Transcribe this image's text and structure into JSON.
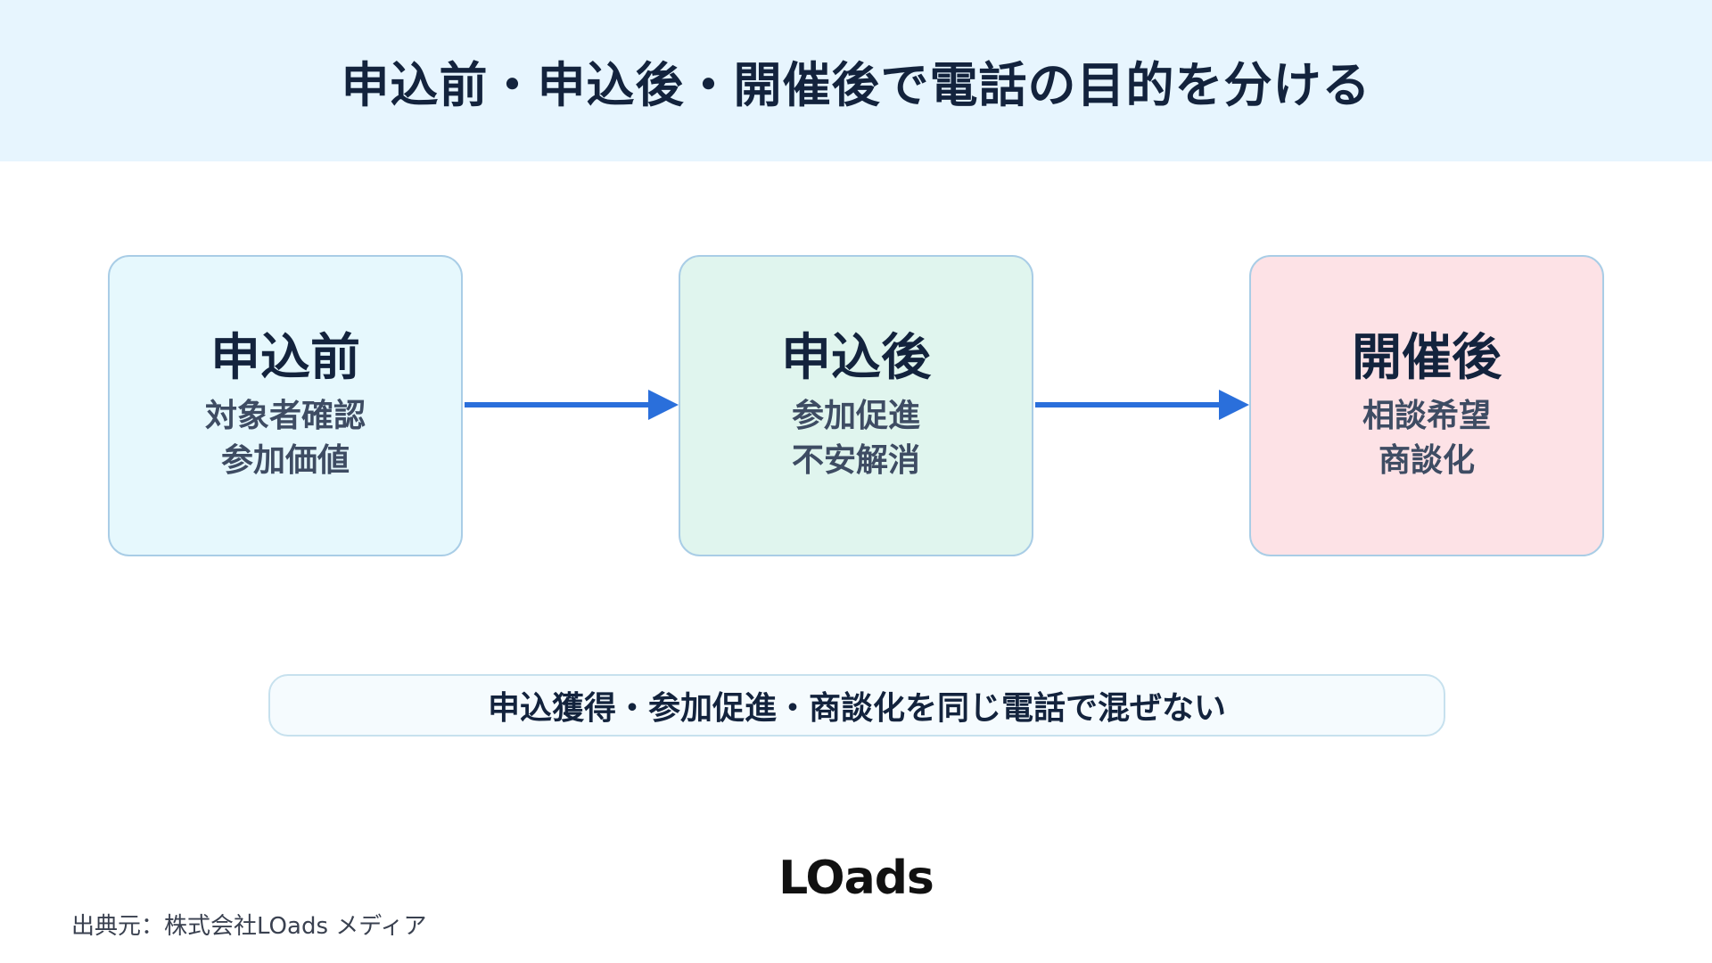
{
  "header": {
    "title": "申込前・申込後・開催後で電話の目的を分ける"
  },
  "steps": [
    {
      "title": "申込前",
      "lines": [
        "対象者確認",
        "参加価値"
      ]
    },
    {
      "title": "申込後",
      "lines": [
        "参加促進",
        "不安解消"
      ]
    },
    {
      "title": "開催後",
      "lines": [
        "相談希望",
        "商談化"
      ]
    }
  ],
  "banner": {
    "text": "申込獲得・参加促進・商談化を同じ電話で混ぜない"
  },
  "logo": {
    "text": "LOads"
  },
  "footer": {
    "source": "出典元：株式会社LOads メディア"
  },
  "colors": {
    "header_bg": "#e7f5fe",
    "step1_bg": "#e6f8fd",
    "step2_bg": "#e0f5ee",
    "step3_bg": "#fde2e6",
    "arrow": "#2a6fdb"
  },
  "icons": [
    "arrow-right-icon",
    "arrow-right-icon"
  ]
}
